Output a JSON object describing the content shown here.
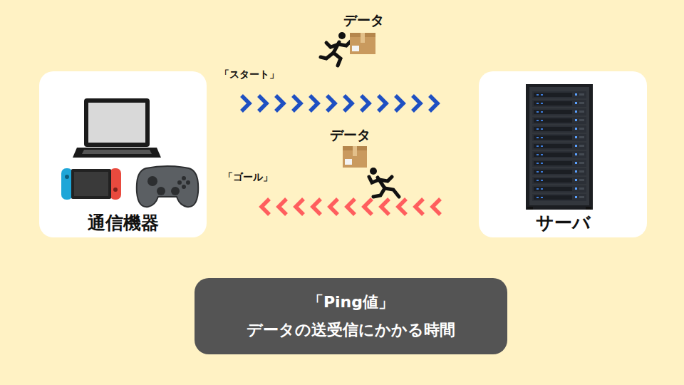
{
  "diagram": {
    "nodes": [
      {
        "text": [
          "通信機器"
        ]
      },
      {
        "text": [
          "サーバ"
        ]
      },
      {
        "text": [
          "「Ping値」",
          "データの送受信にかかる時間"
        ]
      }
    ],
    "edges": [
      {
        "from": 0,
        "to": 1,
        "arrow": "to"
      },
      {
        "from": 1,
        "to": 0,
        "arrow": "to"
      }
    ],
    "labels": [
      "データ",
      "「スタート」",
      "データ",
      "「ゴール」"
    ]
  }
}
